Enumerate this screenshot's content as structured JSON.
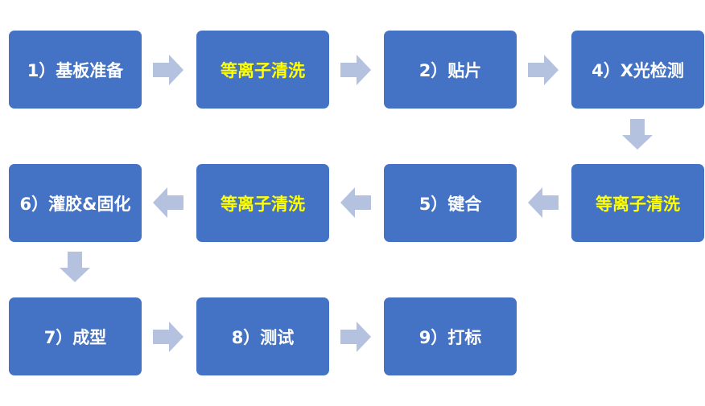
{
  "colors": {
    "box_fill": "#4472c4",
    "box_text": "#ffffff",
    "highlight_text": "#ffff00",
    "arrow_fill": "#b4c2e0"
  },
  "steps": [
    {
      "label": "1）基板准备"
    },
    {
      "label": "等离子清洗",
      "highlight": true
    },
    {
      "label": "2）贴片"
    },
    {
      "label": "4）X光检测"
    },
    {
      "label": "等离子清洗",
      "highlight": true
    },
    {
      "label": "5）键合"
    },
    {
      "label": "等离子清洗",
      "highlight": true
    },
    {
      "label": "6）灌胶&固化"
    },
    {
      "label": "7）成型"
    },
    {
      "label": "8）测试"
    },
    {
      "label": "9）打标"
    }
  ],
  "arrows": [
    "right",
    "right",
    "right",
    "down",
    "left",
    "left",
    "left",
    "down",
    "right",
    "right"
  ]
}
